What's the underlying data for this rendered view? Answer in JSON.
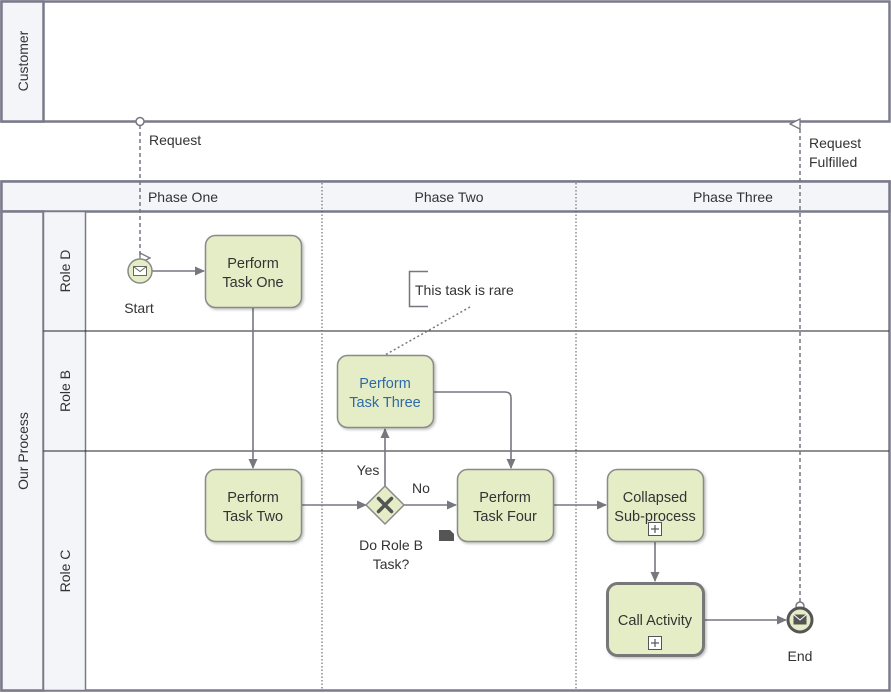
{
  "pools": {
    "customer": "Customer",
    "process": "Our Process"
  },
  "phases": [
    "Phase One",
    "Phase Two",
    "Phase Three"
  ],
  "lanes": [
    "Role D",
    "Role B",
    "Role C"
  ],
  "messages": {
    "request": "Request",
    "fulfilled_line1": "Request",
    "fulfilled_line2": "Fulfilled"
  },
  "events": {
    "start": "Start",
    "end": "End"
  },
  "tasks": {
    "one": [
      "Perform",
      "Task One"
    ],
    "two": [
      "Perform",
      "Task Two"
    ],
    "three": [
      "Perform",
      "Task Three"
    ],
    "four": [
      "Perform",
      "Task Four"
    ],
    "collapsed": [
      "Collapsed",
      "Sub-process"
    ],
    "call": "Call Activity"
  },
  "gateway": {
    "label_line1": "Do Role B",
    "label_line2": "Task?",
    "yes": "Yes",
    "no": "No"
  },
  "annotation": "This task is rare",
  "colors": {
    "border": "#7a7a8a",
    "lane_header": "#f4f5f9",
    "task_fill": "#e5edc6",
    "task_stroke": "#8a8a8a",
    "flow": "#777780",
    "link_text": "#2e6aa8"
  }
}
